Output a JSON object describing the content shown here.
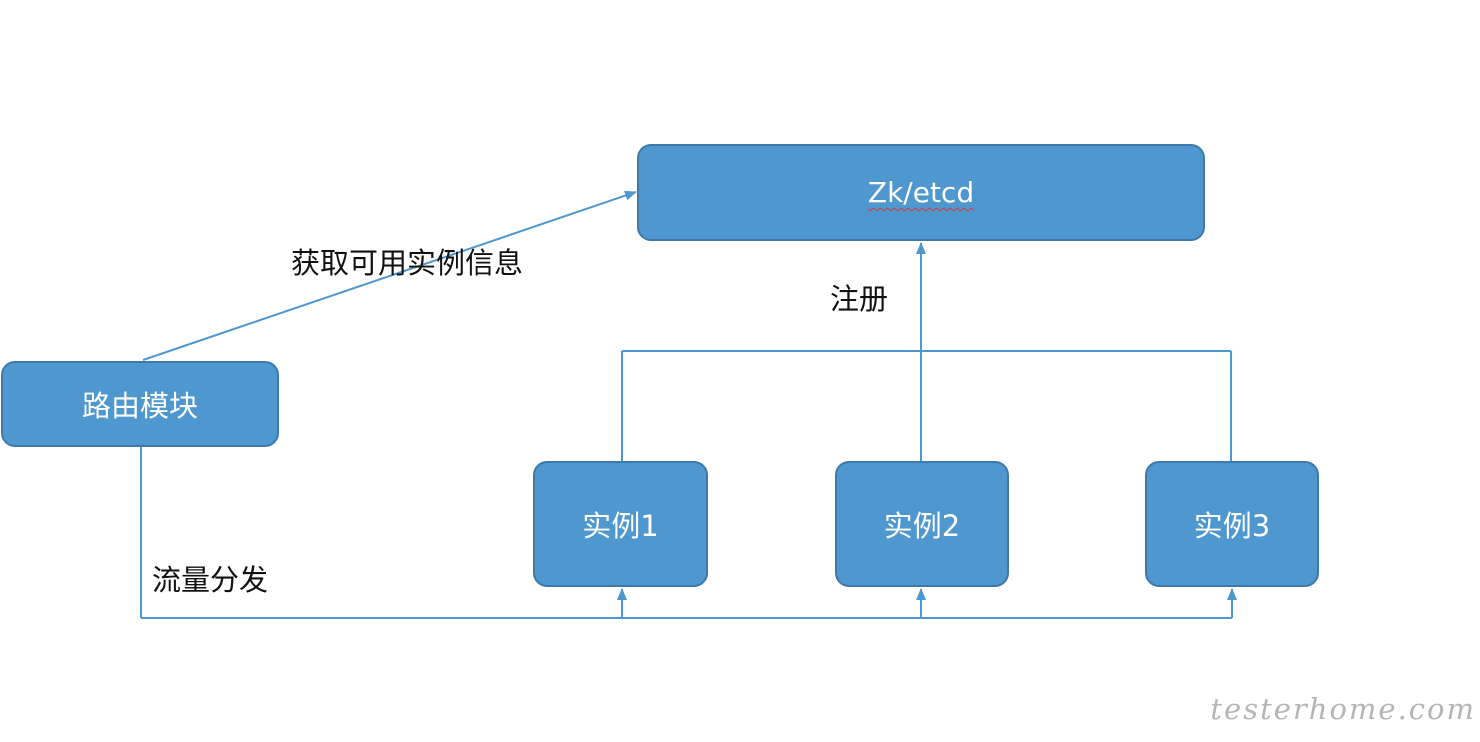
{
  "nodes": {
    "registry": "Zk/etcd",
    "router": "路由模块",
    "instance1": "实例1",
    "instance2": "实例2",
    "instance3": "实例3"
  },
  "edge_labels": {
    "get_instances": "获取可用实例信息",
    "register": "注册",
    "traffic": "流量分发"
  },
  "watermark": "testerhome.com",
  "colors": {
    "node_fill": "#4f97cf",
    "node_border": "#3d79aa",
    "connector": "#4f97cf"
  }
}
